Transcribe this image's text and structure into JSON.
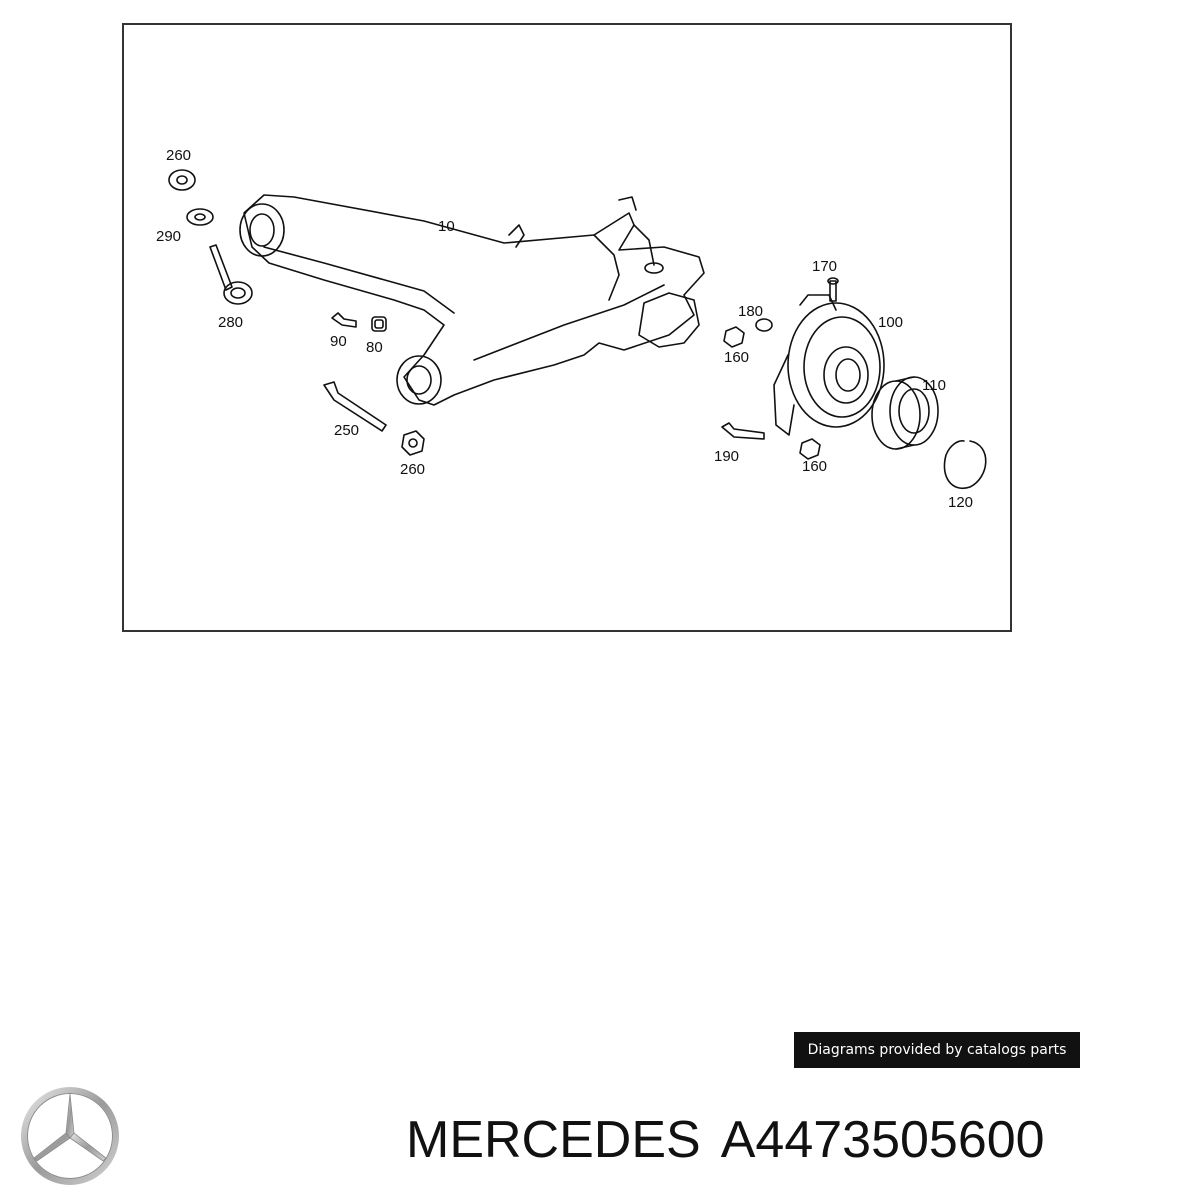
{
  "diagram": {
    "callouts": {
      "c260a": "260",
      "c290": "290",
      "c280": "280",
      "c10": "10",
      "c90": "90",
      "c80": "80",
      "c250": "250",
      "c260b": "260",
      "c170": "170",
      "c180": "180",
      "c100": "100",
      "c160a": "160",
      "c110": "110",
      "c190": "190",
      "c160b": "160",
      "c120": "120"
    }
  },
  "credit": "Diagrams provided by catalogs parts",
  "footer": {
    "brand": "MERCEDES",
    "part_number": "A4473505600"
  },
  "icons": {
    "logo": "mercedes-star-logo"
  }
}
